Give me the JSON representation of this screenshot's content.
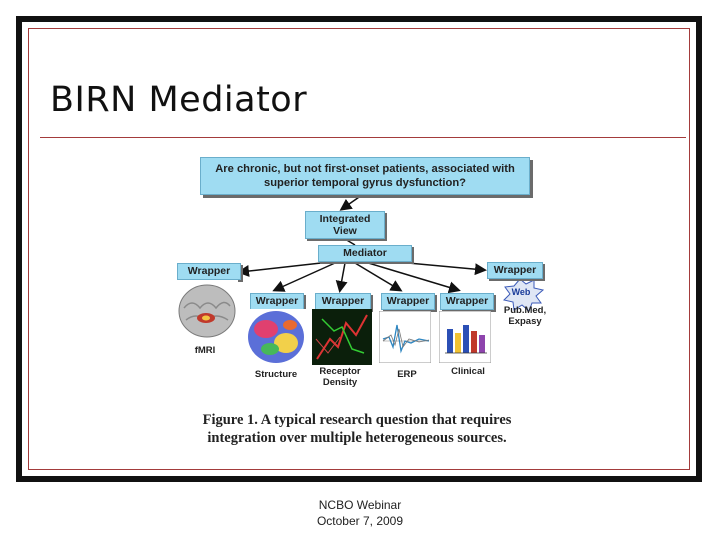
{
  "slide": {
    "title": "BIRN Mediator"
  },
  "figure": {
    "question": [
      "Are chronic, but not first-onset patients, associated with",
      "superior temporal gyrus dysfunction?"
    ],
    "integrated_view": [
      "Integrated",
      "View"
    ],
    "mediator": "Mediator",
    "wrappers": [
      "Wrapper",
      "Wrapper",
      "Wrapper",
      "Wrapper",
      "Wrapper",
      "Wrapper"
    ],
    "web_label": "Web",
    "sources": {
      "fmri": "fMRI",
      "structure": "Structure",
      "receptor_density": [
        "Receptor",
        "Density"
      ],
      "erp": "ERP",
      "clinical": "Clinical",
      "pubmed": [
        "Pub.Med,",
        "Expasy"
      ]
    },
    "caption": [
      "Figure 1. A typical research question that requires",
      "integration over multiple heterogeneous sources."
    ]
  },
  "footer": {
    "line1": "NCBO Webinar",
    "line2": "October 7, 2009"
  },
  "colors": {
    "box_fill": "#9fdcf2",
    "rule": "#a33b3b",
    "frame": "#111111"
  }
}
